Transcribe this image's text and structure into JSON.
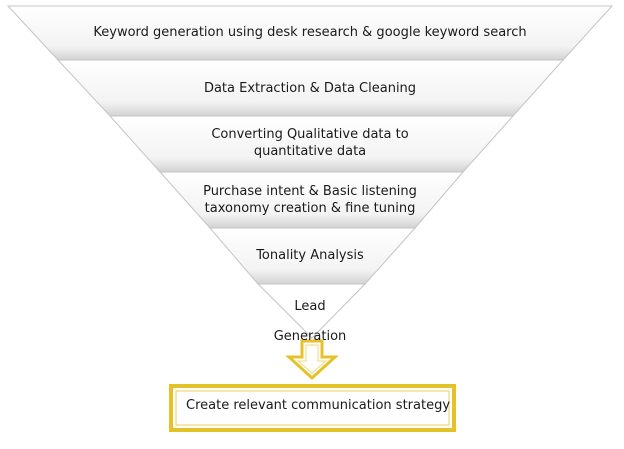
{
  "funnel": {
    "stages": [
      {
        "label": "Keyword generation using desk research & google keyword search"
      },
      {
        "label": "Data Extraction & Data Cleaning"
      },
      {
        "label": "Converting Qualitative data to quantitative data"
      },
      {
        "label": "Purchase intent & Basic listening taxonomy creation & fine tuning"
      },
      {
        "label": "Tonality Analysis"
      },
      {
        "label": "Lead Generation"
      }
    ]
  },
  "output": {
    "label": "Create relevant communication strategy"
  },
  "colors": {
    "band_fill": "#f4f4f4",
    "band_shadow": "#c8c8c8",
    "outline": "#bfbfbf",
    "arrow_and_box": "#e6c229"
  }
}
